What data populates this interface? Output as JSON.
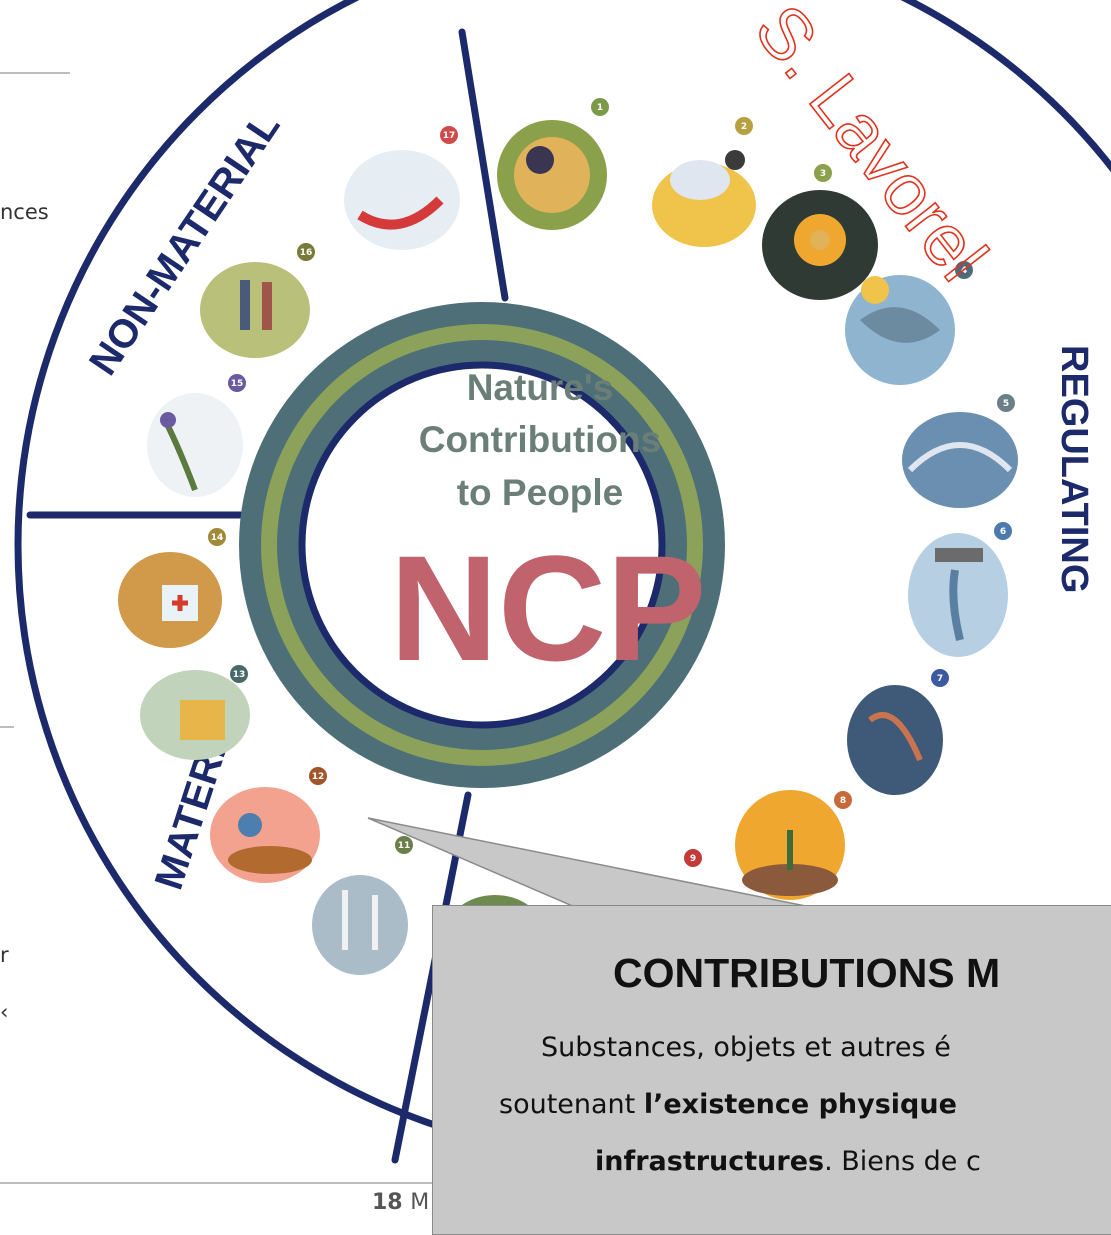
{
  "watermark": "S. Lavorel",
  "center": {
    "line1": "Nature's",
    "line2": "Contributions",
    "line3": "to People",
    "acronym": "NCP"
  },
  "segments": {
    "non_material": "NON-MATERIAL",
    "regulating": "REGULATING",
    "material": "MATERIAL"
  },
  "numbers": [
    "1",
    "2",
    "3",
    "4",
    "5",
    "6",
    "7",
    "8",
    "9",
    "11",
    "12",
    "13",
    "14",
    "15",
    "16",
    "17"
  ],
  "side_fragments": {
    "top": "nces",
    "mid": "r",
    "low": "‹"
  },
  "callout": {
    "title": "CONTRIBUTIONS M",
    "line1": "Substances, objets et autres é",
    "line2_normal": "soutenant ",
    "line2_bold": "l’existence physique",
    "line3_bold": "infrastructures",
    "line3_normal": ". Biens de c"
  },
  "footer_number": "18",
  "footer_text": "M",
  "colors": {
    "navy": "#1c2a6b",
    "ring_dark": "#4e6f77",
    "ring_olive": "#8ca25a",
    "center_text": "#6b7f78",
    "ncp": "#c0636c",
    "watermark": "#e0331f",
    "callout_bg": "#c8c8c8"
  }
}
